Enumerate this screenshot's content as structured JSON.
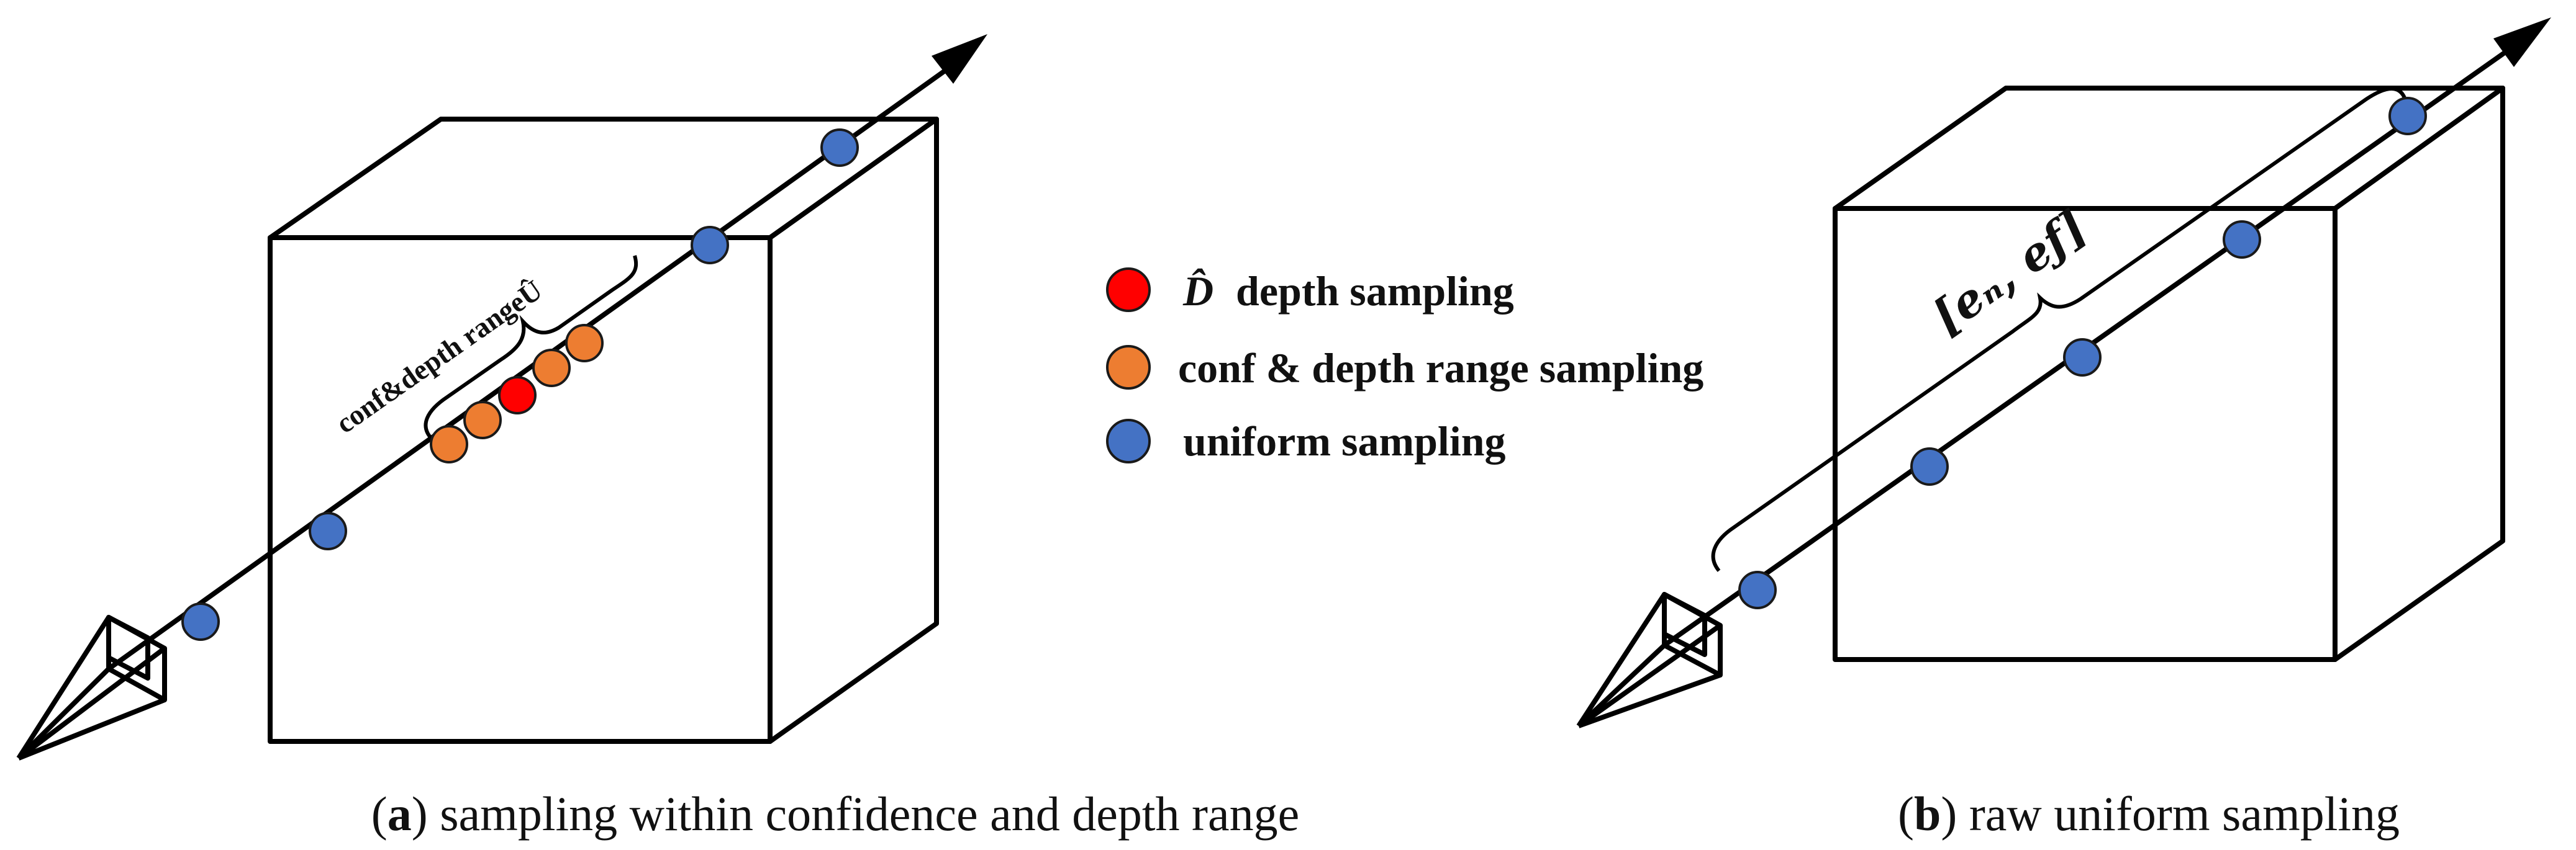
{
  "legend": {
    "depth_symbol": "D̂",
    "depth_label": "depth sampling",
    "conf_label": "conf & depth range sampling",
    "uniform_label": "uniform  sampling"
  },
  "panel_a": {
    "brace_label": "conf&depth rangeÛ",
    "caption_letter": "a",
    "caption_text": " sampling within confidence and depth range"
  },
  "panel_b": {
    "brace_label": "[eₙ, eƒ]",
    "caption_letter": "b",
    "caption_text": " raw uniform sampling"
  },
  "colors": {
    "uniform": "#4472c4",
    "conf_range": "#ed7d31",
    "depth": "#ff0000",
    "stroke": "#000000"
  }
}
